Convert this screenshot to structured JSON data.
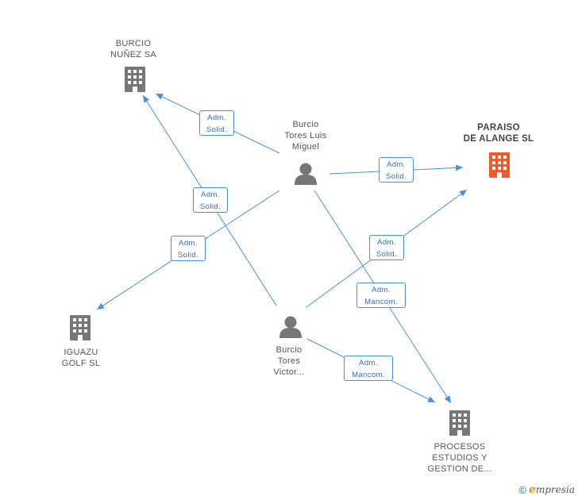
{
  "nodes": {
    "burcio_nunez": {
      "lines": [
        "BURCIO",
        "NUÑEZ SA"
      ],
      "kind": "company"
    },
    "paraiso": {
      "lines": [
        "PARAISO",
        "DE ALANGE SL"
      ],
      "kind": "company-main"
    },
    "iguazu": {
      "lines": [
        "IGUAZU",
        "GOLF SL"
      ],
      "kind": "company"
    },
    "procesos": {
      "lines": [
        "PROCESOS",
        "ESTUDIOS Y",
        "GESTION DE..."
      ],
      "kind": "company"
    },
    "burcio_miguel": {
      "lines": [
        "Burcio",
        "Tores Luis",
        "Miguel"
      ],
      "kind": "person"
    },
    "burcio_victor": {
      "lines": [
        "Burcio",
        "Tores",
        "Victor..."
      ],
      "kind": "person"
    }
  },
  "edges": [
    {
      "id": "e1",
      "from": "burcio_miguel",
      "to": "burcio_nunez",
      "label": [
        "Adm.",
        "Solid."
      ]
    },
    {
      "id": "e2",
      "from": "burcio_miguel",
      "to": "paraiso",
      "label": [
        "Adm.",
        "Solid."
      ]
    },
    {
      "id": "e3",
      "from": "burcio_victor",
      "to": "burcio_nunez",
      "label": [
        "Adm.",
        "Solid."
      ]
    },
    {
      "id": "e4",
      "from": "burcio_miguel",
      "to": "iguazu",
      "label": [
        "Adm.",
        "Solid."
      ]
    },
    {
      "id": "e5",
      "from": "burcio_victor",
      "to": "paraiso",
      "label": [
        "Adm.",
        "Solid."
      ]
    },
    {
      "id": "e6",
      "from": "burcio_miguel",
      "to": "procesos",
      "label": [
        "Adm.",
        "Mancom."
      ]
    },
    {
      "id": "e7",
      "from": "burcio_victor",
      "to": "procesos",
      "label": [
        "Adm.",
        "Mancom."
      ]
    }
  ],
  "colors": {
    "edge": "#4a90d9",
    "icon": "#777777",
    "main_icon": "#f05a2a"
  },
  "footer": {
    "copyright": "©",
    "brand_first": "e",
    "brand_rest": "mpresia"
  }
}
